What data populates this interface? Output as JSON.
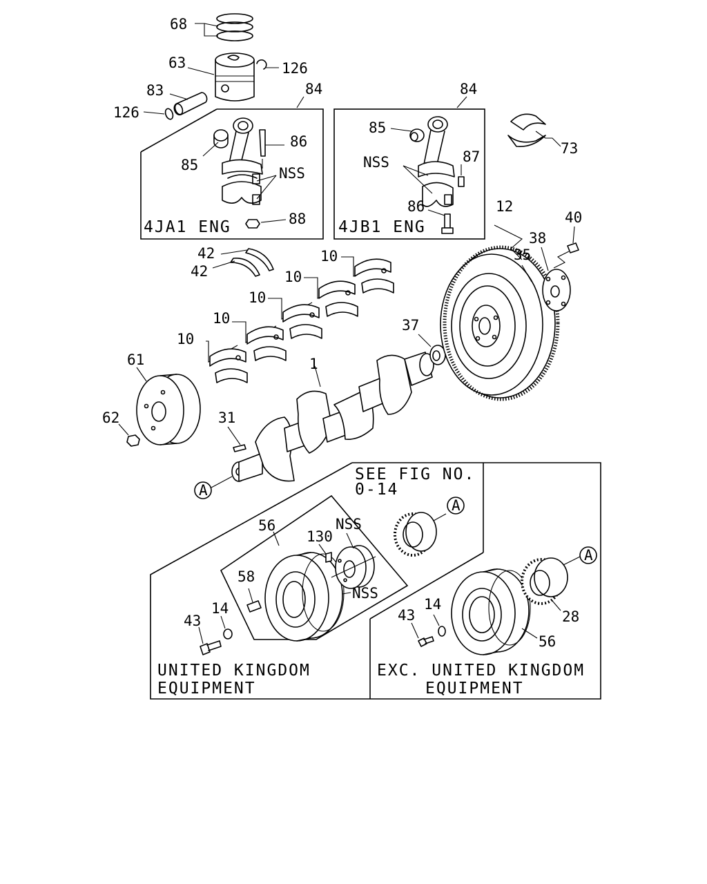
{
  "labels": {
    "p68": "68",
    "p63": "63",
    "p126a": "126",
    "p83": "83",
    "p126b": "126",
    "p84a": "84",
    "p84b": "84",
    "p85a": "85",
    "p85b": "85",
    "p86a": "86",
    "p86b": "86",
    "p87": "87",
    "p88": "88",
    "nss_a": "NSS",
    "nss_b": "NSS",
    "p73": "73",
    "p12": "12",
    "p35": "35",
    "p38": "38",
    "p40": "40",
    "p42a": "42",
    "p42b": "42",
    "p10a": "10",
    "p10b": "10",
    "p10c": "10",
    "p10d": "10",
    "p10e": "10",
    "p37": "37",
    "p1": "1",
    "p61": "61",
    "p62": "62",
    "p31": "31",
    "ref_a1": "A",
    "ref_a2": "A",
    "ref_a3": "A",
    "p56a": "56",
    "p56b": "56",
    "p130": "130",
    "nss_c": "NSS",
    "nss_d": "NSS",
    "p58": "58",
    "p43a": "43",
    "p43b": "43",
    "p14a": "14",
    "p14b": "14",
    "p28": "28"
  },
  "boxes": {
    "eng_4ja1": "4JA1 ENG",
    "eng_4jb1": "4JB1 ENG"
  },
  "see_fig": {
    "line1": "SEE FIG NO.",
    "line2": "0-14"
  },
  "regions": {
    "uk_line1": "UNITED KINGDOM",
    "uk_line2": "EQUIPMENT",
    "exc_line1": "EXC. UNITED KINGDOM",
    "exc_line2": "EQUIPMENT"
  }
}
